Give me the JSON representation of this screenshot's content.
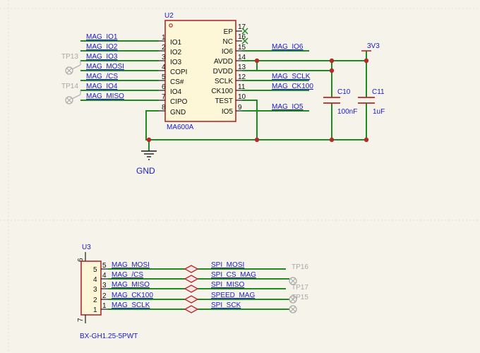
{
  "colors": {
    "wire": "#1f8a1f",
    "component_outline": "#b22a2a",
    "component_fill": "#fdf7d8",
    "net_label": "#1a1acc",
    "test_point": "#a8a8a8",
    "junction": "#b22a2a"
  },
  "u2": {
    "ref": "U2",
    "value": "MA600A",
    "left_pins": [
      {
        "num": "1",
        "name": "IO1",
        "net": "MAG_IO1",
        "tp": ""
      },
      {
        "num": "2",
        "name": "IO2",
        "net": "MAG_IO2",
        "tp": ""
      },
      {
        "num": "3",
        "name": "IO3",
        "net": "MAG_IO3",
        "tp": "TP13"
      },
      {
        "num": "4",
        "name": "COPI",
        "net": "MAG_MOSI",
        "tp": ""
      },
      {
        "num": "5",
        "name": "CS#",
        "net": "MAG_/CS",
        "tp": ""
      },
      {
        "num": "6",
        "name": "IO4",
        "net": "MAG_IO4",
        "tp": "TP14"
      },
      {
        "num": "7",
        "name": "CIPO",
        "net": "MAG_MISO",
        "tp": ""
      },
      {
        "num": "8",
        "name": "GND",
        "net": "",
        "tp": ""
      }
    ],
    "right_pins": [
      {
        "num": "17",
        "name": "EP",
        "net": ""
      },
      {
        "num": "16",
        "name": "NC",
        "net": ""
      },
      {
        "num": "15",
        "name": "IO6",
        "net": "MAG_IO6"
      },
      {
        "num": "14",
        "name": "AVDD",
        "net": ""
      },
      {
        "num": "13",
        "name": "DVDD",
        "net": ""
      },
      {
        "num": "12",
        "name": "SCLK",
        "net": "MAG_SCLK"
      },
      {
        "num": "11",
        "name": "CK100",
        "net": "MAG_CK100"
      },
      {
        "num": "10",
        "name": "TEST",
        "net": ""
      },
      {
        "num": "9",
        "name": "IO5",
        "net": "MAG_IO5"
      }
    ]
  },
  "power": {
    "net": "3V3",
    "gnd": "GND"
  },
  "caps": [
    {
      "ref": "C10",
      "value": "100nF"
    },
    {
      "ref": "C11",
      "value": "1uF"
    }
  ],
  "u3": {
    "ref": "U3",
    "value": "BX-GH1.25-5PWT",
    "top_pin": "6",
    "bottom_pin": "7",
    "pins": [
      {
        "num": "5",
        "body_num": "5",
        "net": "MAG_MOSI",
        "port": "SPI_MOSI",
        "tp": "TP16"
      },
      {
        "num": "4",
        "body_num": "4",
        "net": "MAG_/CS",
        "port": "SPI_CS_MAG",
        "tp": ""
      },
      {
        "num": "3",
        "body_num": "3",
        "net": "MAG_MISO",
        "port": "SPI_MISO",
        "tp": "TP17"
      },
      {
        "num": "2",
        "body_num": "2",
        "net": "MAG_CK100",
        "port": "SPEED_MAG",
        "tp": "TP15"
      },
      {
        "num": "1",
        "body_num": "1",
        "net": "MAG_SCLK",
        "port": "SPI_SCK",
        "tp": ""
      }
    ]
  }
}
